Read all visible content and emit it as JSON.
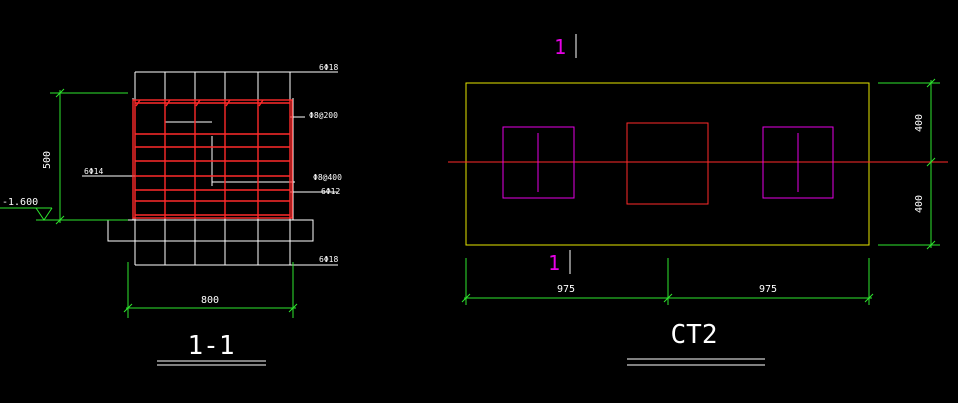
{
  "colors": {
    "background": "#000000",
    "outline": "#ffffff",
    "rebar": "#ff2a2a",
    "dimension": "#2ee62e",
    "footing": "#e6e600",
    "column": "#e600e6",
    "axis": "#ff2a2a",
    "section_mark": "#e600e6"
  },
  "section_view": {
    "title": "1-1",
    "rebar_top_note": "6Φ18",
    "stirrup_note": "Φ8@200",
    "side_left_note": "6Φ14",
    "tie_note": "Φ8@400",
    "side_right_note": "6Φ12",
    "rebar_bottom_note": "6Φ18",
    "elevation": "-1.600",
    "height_dim": "500",
    "width_dim": "800"
  },
  "plan_view": {
    "title": "CT2",
    "section_mark_top": "1",
    "section_mark_bottom": "1",
    "dim_left": "975",
    "dim_right": "975",
    "dim_top": "400",
    "dim_bottom": "400"
  }
}
